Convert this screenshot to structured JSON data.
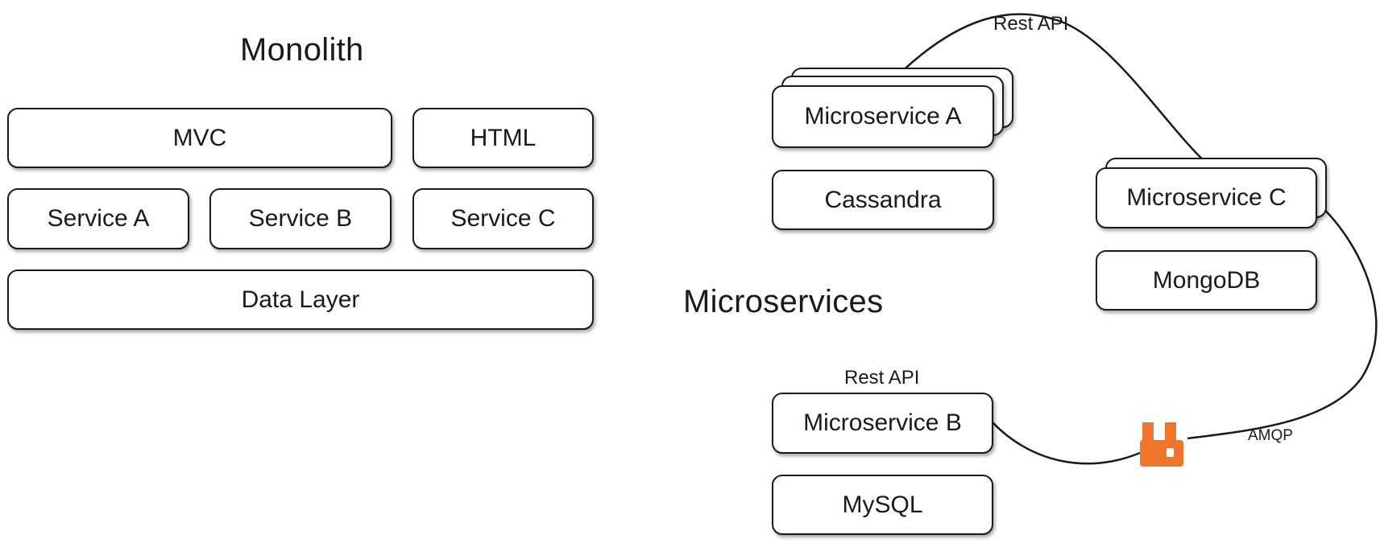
{
  "monolith": {
    "title": "Monolith",
    "mvc": "MVC",
    "html": "HTML",
    "service_a": "Service A",
    "service_b": "Service B",
    "service_c": "Service C",
    "data_layer": "Data Layer"
  },
  "microservices": {
    "title": "Microservices",
    "microservice_a": "Microservice A",
    "cassandra": "Cassandra",
    "microservice_c": "Microservice C",
    "mongodb": "MongoDB",
    "microservice_b": "Microservice B",
    "mysql": "MySQL",
    "rest_api_top": "Rest API",
    "rest_api_b": "Rest API",
    "amqp": "AMQP"
  },
  "colors": {
    "stroke": "#1a1a1a",
    "rabbitmq_orange": "#f0742a"
  },
  "icons": {
    "message_broker": "rabbitmq-icon"
  }
}
